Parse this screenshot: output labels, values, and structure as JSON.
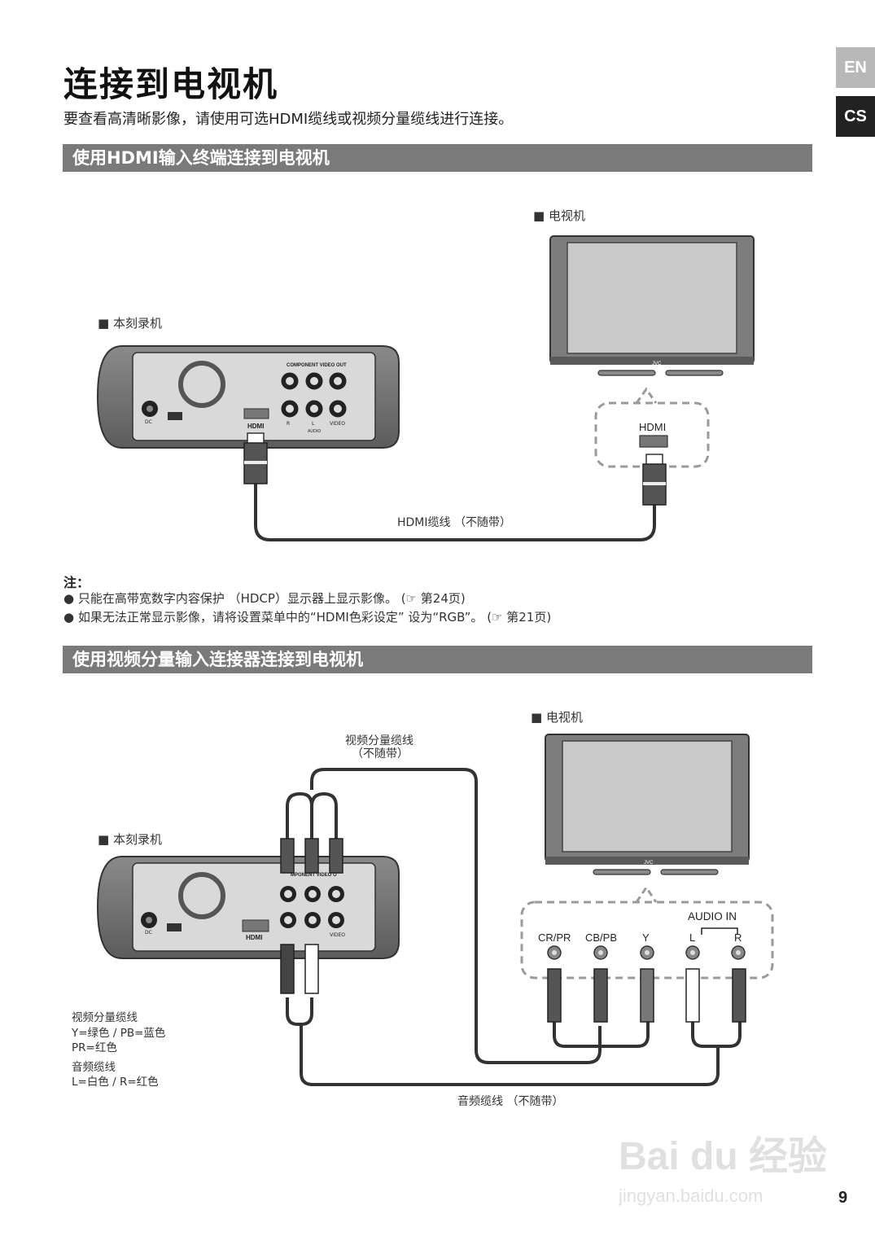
{
  "title": "连接到电视机",
  "subtitle": "要查看高清晰影像，请使用可选HDMI缆线或视频分量缆线进行连接。",
  "lang_tabs": {
    "en": "EN",
    "cs": "CS"
  },
  "section1": {
    "heading": "使用HDMI输入终端连接到电视机",
    "tv_label": "■ 电视机",
    "recorder_label": "■ 本刻录机",
    "hdmi_port_label": "HDMI",
    "cable_label": "HDMI缆线 （不随带）"
  },
  "notes": {
    "heading": "注：",
    "items": [
      "● 只能在高带宽数字内容保护 （HDCP）显示器上显示影像。 (☞ 第24页)",
      "● 如果无法正常显示影像，请将设置菜单中的“HDMI色彩设定” 设为“RGB”。 (☞ 第21页)"
    ]
  },
  "section2": {
    "heading": "使用视频分量输入连接器连接到电视机",
    "tv_label": "■ 电视机",
    "recorder_label": "■ 本刻录机",
    "component_cable_label_1": "视频分量缆线",
    "component_cable_label_2": "（不随带）",
    "audio_in_label": "AUDIO IN",
    "jack_labels": [
      "CR/PR",
      "CB/PB",
      "Y",
      "L",
      "R"
    ],
    "audio_cable_label": "音频缆线 （不随带）",
    "legend": {
      "line1": "视频分量缆线",
      "line2": "Y=绿色 / PB=蓝色",
      "line3": "PR=红色",
      "line4": "音频缆线",
      "line5": "L=白色 / R=红色"
    }
  },
  "device_text": {
    "component_video_out": "COMPONENT VIDEO OUT",
    "component_video_out_partial": "MPONENT VIDEO O",
    "audio": "AUDIO",
    "video": "VIDEO",
    "hdmi": "HDMI",
    "dc": "DC",
    "jvc": "JVC",
    "jack_r": "R",
    "jack_l": "L",
    "jack_pr": "PR",
    "jack_pb": "PB",
    "jack_y": "Y"
  },
  "watermark": {
    "brand": "Bai du 经验",
    "url": "jingyan.baidu.com"
  },
  "page_number": "9"
}
